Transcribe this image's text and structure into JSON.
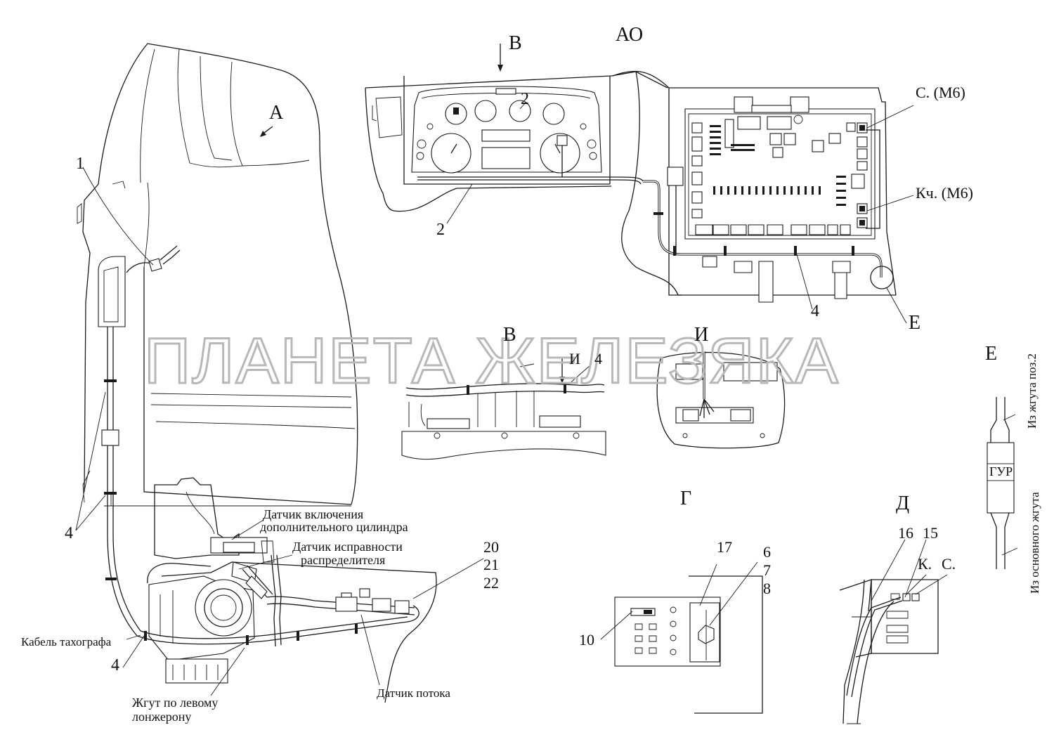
{
  "watermark": "ПЛАНЕТА ЖЕЛЕЗЯКА",
  "views": {
    "main": "А",
    "arrow_b": "В",
    "ao": "АО",
    "v": "В",
    "i": "И",
    "g": "Г",
    "d": "Д",
    "e_label": "Е",
    "e_detail": "Е"
  },
  "callouts": {
    "c1": "1",
    "c2_top": "2",
    "c2_bottom": "2",
    "c4_left": "4",
    "c4_bottom": "4",
    "c4_ao": "4",
    "c4_v": "4",
    "i_v": "И",
    "c20": "20",
    "c21": "21",
    "c22": "22",
    "c17": "17",
    "c6": "6",
    "c7": "7",
    "c8": "8",
    "c10": "10",
    "c16": "16",
    "c15": "15",
    "k": "К.",
    "s": "С."
  },
  "labels": {
    "s_m6": "С. (М6)",
    "kch_m6": "Кч. (М6)",
    "sensor_cyl_1": "Датчик включения",
    "sensor_cyl_2": "дополнительного цилиндра",
    "sensor_dist_1": "Датчик исправности",
    "sensor_dist_2": "распределителя",
    "tacho_cable": "Кабель тахографа",
    "flow_sensor": "Датчик потока",
    "harness_1": "Жгут по левому",
    "harness_2": "лонжерону",
    "gur": "ГУР",
    "from_harness_2": "Из жгута поз.2",
    "from_main_harness": "Из основного жгута"
  }
}
